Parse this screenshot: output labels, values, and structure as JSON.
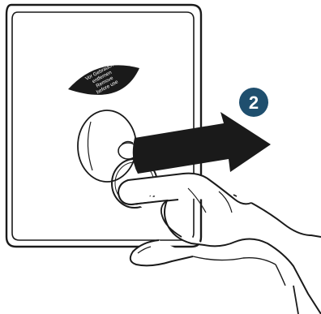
{
  "label": {
    "lines": [
      "Vor Gebrauch",
      "entfernen",
      "Remove",
      "before use"
    ]
  },
  "step": {
    "number": "2"
  },
  "colors": {
    "badge_fill": "#1f4f6e",
    "badge_text": "#ffffff",
    "line": "#1a1a1a",
    "label_fill": "#1a1a1a",
    "arrow_fill": "#1a1a1a",
    "background": "#ffffff"
  },
  "icons": {
    "arrow": "pull-direction-arrow-icon",
    "suction_cup": "suction-cup-icon",
    "hand": "hand-icon"
  }
}
